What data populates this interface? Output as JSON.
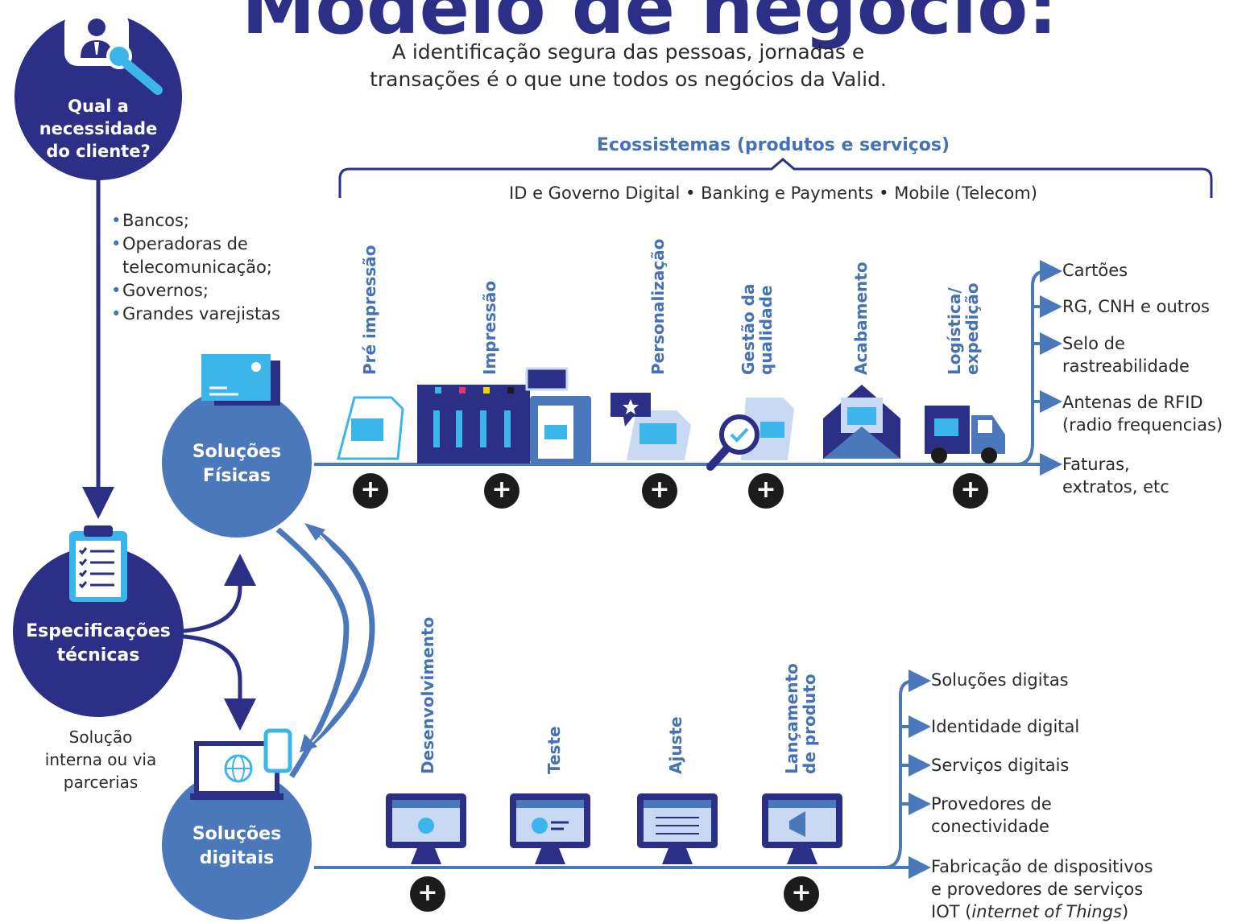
{
  "title": "Modelo de negócio:",
  "subtitle_line1": "A identificação segura das pessoas, jornadas e",
  "subtitle_line2": "transações é o que une todos os negócios da Valid.",
  "client_need": {
    "line1": "Qual a",
    "line2": "necessidade",
    "line3": "do cliente?",
    "icon": "person-search-icon"
  },
  "client_list": [
    {
      "bullet": "•",
      "text": "Bancos;"
    },
    {
      "bullet": "•",
      "text": "Operadoras de"
    },
    {
      "bullet": "",
      "text": "telecomunicação;"
    },
    {
      "bullet": "•",
      "text": "Governos;"
    },
    {
      "bullet": "•",
      "text": "Grandes varejistas"
    }
  ],
  "tech_specs": {
    "line1": "Especificações",
    "line2": "técnicas",
    "icon": "clipboard-checklist-icon"
  },
  "solution_note": {
    "line1": "Solução",
    "line2": "interna ou via",
    "line3": "parcerias"
  },
  "ecosystems": {
    "title": "Ecossistemas (produtos e serviços)",
    "items": "ID e Governo Digital  •  Banking e Payments  •  Mobile (Telecom)"
  },
  "physical": {
    "line1": "Soluções",
    "line2": "Físicas",
    "icon": "card-icon",
    "steps": [
      {
        "label": "Pré impressão",
        "icon": "document-icon"
      },
      {
        "label": "Impressão",
        "icon": "printer-icon"
      },
      {
        "label": "Personalização",
        "icon": "personalized-document-icon"
      },
      {
        "label1": "Gestão da",
        "label2": "qualidade",
        "icon": "magnifier-check-icon"
      },
      {
        "label": "Acabamento",
        "icon": "envelope-icon"
      },
      {
        "label1": "Logística/",
        "label2": "expedição",
        "icon": "truck-icon"
      }
    ],
    "outputs": [
      {
        "line1": "Cartões"
      },
      {
        "line1": "RG, CNH e outros"
      },
      {
        "line1": "Selo de",
        "line2": "rastreabilidade"
      },
      {
        "line1": "Antenas de RFID",
        "line2": "(radio frequencias)"
      },
      {
        "line1": "Faturas,",
        "line2": "extratos, etc"
      }
    ]
  },
  "digital": {
    "line1": "Soluções",
    "line2": "digitais",
    "icon": "laptop-globe-phone-icon",
    "steps": [
      {
        "label": "Desenvolvimento",
        "icon": "monitor-gear-icon"
      },
      {
        "label": "Teste",
        "icon": "monitor-check-icon"
      },
      {
        "label": "Ajuste",
        "icon": "monitor-sliders-icon"
      },
      {
        "label1": "Lançamento",
        "label2": "de produto",
        "icon": "monitor-megaphone-icon"
      }
    ],
    "outputs": [
      {
        "line1": "Soluções digitas"
      },
      {
        "line1": "Identidade digital"
      },
      {
        "line1": "Serviços digitais"
      },
      {
        "line1": "Provedores de",
        "line2": "conectividade"
      },
      {
        "line1": "Fabricação de dispositivos",
        "line2": "e provedores de serviços",
        "line3": "IOT (",
        "line3_italic": "internet of Things",
        "line3_end": ")"
      }
    ]
  },
  "plus_symbol": "+",
  "colors": {
    "navy": "#2b2f86",
    "mid_blue": "#4a78bb",
    "light_blue": "#3cb6ea",
    "pale_blue": "#c9d8f3",
    "black": "#1c1c1c"
  }
}
